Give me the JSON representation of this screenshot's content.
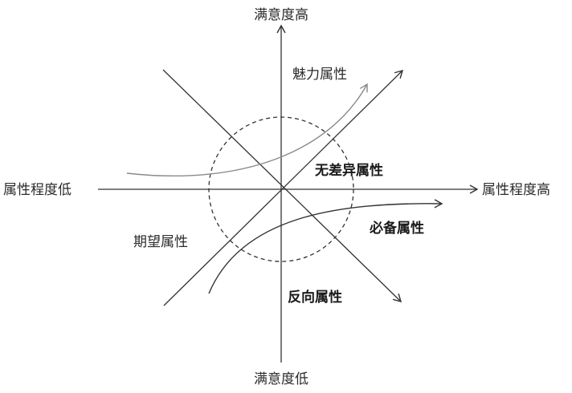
{
  "axes": {
    "y_top": "满意度高",
    "y_bottom": "满意度低",
    "x_left": "属性程度低",
    "x_right": "属性程度高"
  },
  "curves": {
    "attractive": "魅力属性",
    "indifferent": "无差异属性",
    "must_be": "必备属性",
    "one_dimensional": "期望属性",
    "reverse": "反向属性"
  },
  "colors": {
    "axis": "#333333",
    "attractive_curve": "#8a8a8a",
    "lines": "#333333"
  }
}
